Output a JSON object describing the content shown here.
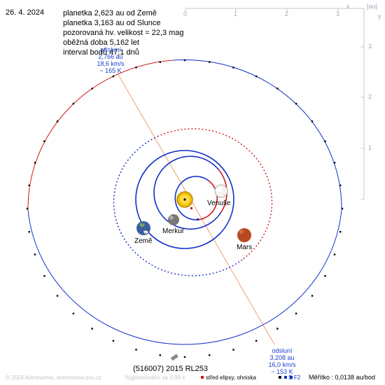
{
  "date": "26. 4. 2024",
  "info": {
    "line1": "planetka 2,623 au od Země",
    "line2": "planetka 3,163 au od Slunce",
    "line3": "pozorovaná hv. velikost = 22,3 mag",
    "line4": "oběžná doba 5,162 let",
    "line5": "interval bodů 47,1 dnů"
  },
  "perihelion": {
    "title": "přísluní",
    "distance": "2,766 au",
    "speed": "18,6 km/s",
    "temp": "~ 165 K"
  },
  "aphelion": {
    "title": "odsluní",
    "distance": "3,208 au",
    "speed": "16,0 km/s",
    "temp": "~ 153 K"
  },
  "planets": {
    "venus": "Venuše",
    "mercury": "Merkur",
    "earth": "Země",
    "mars": "Mars"
  },
  "asteroid": "(516007) 2015 RL253",
  "axes": {
    "unit": "[au]",
    "x_label": "x",
    "y_label": "y",
    "x_ticks": [
      "0",
      "1",
      "2",
      "3"
    ],
    "y_ticks": [
      "3",
      "2",
      "1"
    ]
  },
  "footer": {
    "copyright": "© 2024 Astronomia, astronomia.zcu.cz",
    "generated": "Vygenerováno za 0,09 s",
    "legend_center": "střed elipsy, ohniska",
    "legend_s": "S",
    "legend_f2": "F2",
    "scale": "Měřítko : 0,0138 au/bod"
  },
  "colors": {
    "orbit_above": "#d01818",
    "orbit_below": "#1030c8",
    "apsis_line": "#f2a070",
    "axis": "#c0c8d0",
    "sun": "#f2c200"
  }
}
